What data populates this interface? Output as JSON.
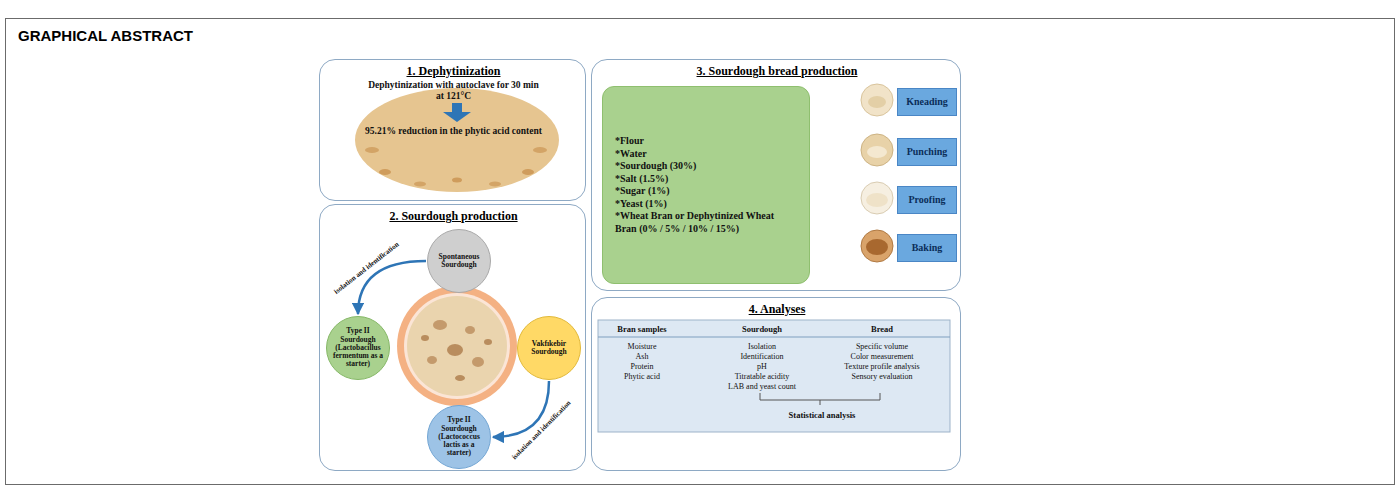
{
  "diagram": {
    "nodes": [
      {
        "text": [
          "GRAPHICAL ABSTRACT"
        ]
      },
      {
        "text": [
          "1. Dephytinization",
          "Dephytinization with autoclave for 30 min at 121°C",
          "95.21% reduction in the phytic acid content"
        ],
        "in": 0
      },
      {
        "text": [
          "2. Sourdough production"
        ],
        "in": 0
      },
      {
        "text": [
          "Spontaneous Sourdough"
        ],
        "in": 2
      },
      {
        "text": [
          "Type II Sourdough (Lactobacillus fermentum as a starter)"
        ],
        "in": 2
      },
      {
        "text": [
          "Vakfıkebir Sourdough"
        ],
        "in": 2
      },
      {
        "text": [
          "Type II Sourdough (Lactococcus lactis as a starter)"
        ],
        "in": 2
      },
      {
        "text": [
          "3. Sourdough bread production"
        ],
        "in": 0
      },
      {
        "text": [
          "*Flour",
          "*Water",
          "*Sourdough (30%)",
          "*Salt (1.5%)",
          "*Sugar (1%)",
          "*Yeast (1%)",
          "*Wheat Bran or Dephytinized Wheat Bran (0% / 5% / 10% / 15%)"
        ],
        "in": 7
      },
      {
        "text": [
          "Kneading"
        ],
        "in": 7
      },
      {
        "text": [
          "Punching"
        ],
        "in": 7
      },
      {
        "text": [
          "Proofing"
        ],
        "in": 7
      },
      {
        "text": [
          "Baking"
        ],
        "in": 7
      },
      {
        "text": [
          "4. Analyses"
        ],
        "in": 0
      }
    ],
    "edges": [
      {
        "from": 3,
        "to": 4,
        "arrow": "to",
        "label": "isolation and identification"
      },
      {
        "from": 5,
        "to": 6,
        "arrow": "to",
        "label": "isolation and identification"
      }
    ],
    "labels": [
      "Bran samples",
      "Sourdough",
      "Bread",
      "Moisture",
      "Ash",
      "Protein",
      "Phytic acid",
      "Isolation",
      "Identification",
      "pH",
      "Titratable acidity",
      "LAB and yeast count",
      "Specific volume",
      "Color measurement",
      "Texture profile analysis",
      "Sensory evaluation",
      "Statistical analysis"
    ]
  }
}
